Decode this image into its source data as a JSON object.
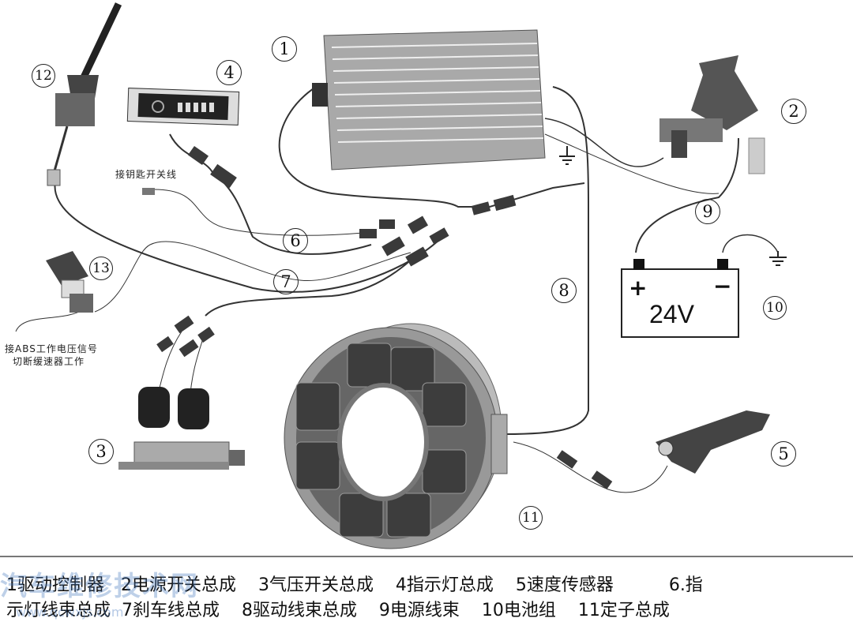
{
  "labels": {
    "n1": "1",
    "n2": "2",
    "n3": "3",
    "n4": "4",
    "n5": "5",
    "n6": "6",
    "n7": "7",
    "n8": "8",
    "n9": "9",
    "n10": "10",
    "n11": "11",
    "n12": "12",
    "n13": "13"
  },
  "notes": {
    "key_switch": "接钥匙开关线",
    "abs_line1": "接ABS工作电压信号",
    "abs_line2": "切断缓速器工作"
  },
  "battery": {
    "plus": "+",
    "minus": "−",
    "voltage": "24V"
  },
  "caption": {
    "line1": "1驱动控制器   2电源开关总成    3气压开关总成    4指示灯总成    5速度传感器          6.指",
    "line2": "示灯线束总成  7刹车线总成    8驱动线束总成    9电源线束    10电池组    11定子总成"
  },
  "watermark": {
    "name": "汽车维修技术网",
    "url": "www.qcwxjs.com"
  },
  "colors": {
    "metal": "#9a9a9a",
    "dark": "#3a3a3a",
    "pad": "#555555",
    "wire": "#333333"
  }
}
